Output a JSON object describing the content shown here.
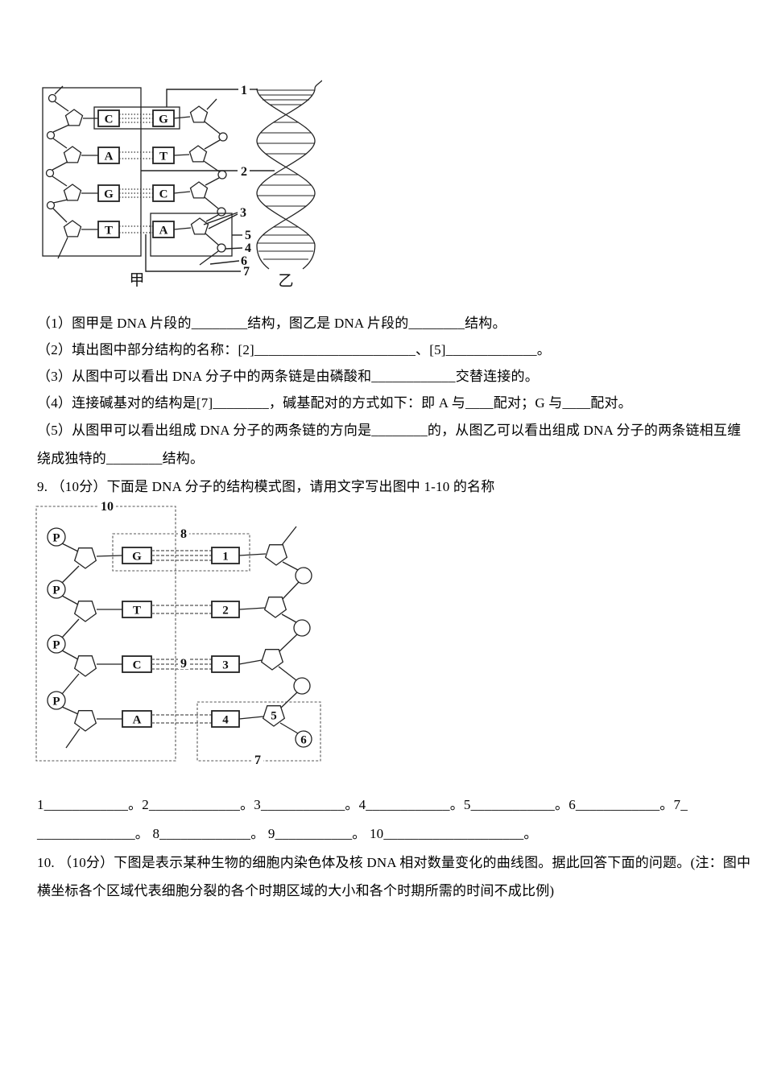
{
  "q8": {
    "items": [
      "（1）图甲是 DNA 片段的________结构，图乙是 DNA 片段的________结构。",
      "（2）填出图中部分结构的名称：[2]_______________________、[5]_____________。",
      "（3）从图中可以看出 DNA 分子中的两条链是由磷酸和____________交替连接的。",
      "（4）连接碱基对的结构是[7]________，碱基配对的方式如下：即 A 与____配对；G 与____配对。",
      "（5）从图甲可以看出组成 DNA 分子的两条链的方向是________的，从图乙可以看出组成 DNA 分子的两条链相互缠",
      "绕成独特的________结构。"
    ]
  },
  "q9": {
    "intro": "9. （10分）下面是 DNA 分子的结构模式图，请用文字写出图中 1-10 的名称",
    "blanks_line1": "1____________。2_____________。3____________。4____________。5____________。6____________。7_",
    "blanks_line2": "______________。 8_____________。 9___________。 10____________________。"
  },
  "q10": {
    "line1": "10. （10分）下图是表示某种生物的细胞内染色体及核 DNA 相对数量变化的曲线图。据此回答下面的问题。(注：图中",
    "line2": "横坐标各个区域代表细胞分裂的各个时期区域的大小和各个时期所需的时间不成比例)"
  },
  "d1": {
    "caption_left": "甲",
    "caption_right": "乙",
    "left_bases": [
      "C",
      "A",
      "G",
      "T"
    ],
    "right_bases": [
      "G",
      "T",
      "C",
      "A"
    ],
    "labels": {
      "n1": "1",
      "n2": "2",
      "n3": "3",
      "n4": "4",
      "n5": "5",
      "n6": "6",
      "n7": "7"
    }
  },
  "d2": {
    "p_label": "P",
    "left_bases": [
      "G",
      "T",
      "C",
      "A"
    ],
    "number_boxes": [
      "1",
      "2",
      "3",
      "4"
    ],
    "labels": {
      "n5": "5",
      "n6": "6",
      "n7": "7",
      "n8": "8",
      "n9": "9",
      "n10": "10"
    }
  }
}
